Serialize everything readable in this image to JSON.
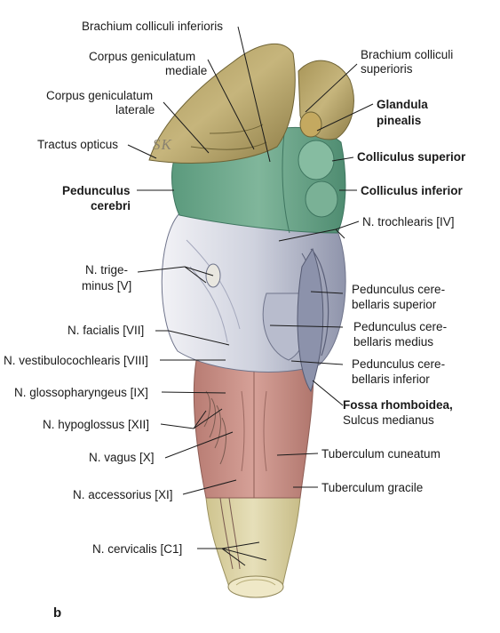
{
  "figure_letter": "b",
  "artist_initials": "SK",
  "labels": {
    "brachium_colliculi_inferioris": "Brachium colliculi inferioris",
    "corpus_geniculatum_mediale_1": "Corpus geniculatum",
    "corpus_geniculatum_mediale_2": "mediale",
    "corpus_geniculatum_laterale_1": "Corpus geniculatum",
    "corpus_geniculatum_laterale_2": "laterale",
    "tractus_opticus": "Tractus opticus",
    "brachium_colliculi_superioris_1": "Brachium colliculi",
    "brachium_colliculi_superioris_2": "superioris",
    "glandula_pinealis_1": "Glandula",
    "glandula_pinealis_2": "pinealis",
    "colliculus_superior": "Colliculus superior",
    "colliculus_inferior": "Colliculus inferior",
    "pedunculus_cerebri_1": "Pedunculus",
    "pedunculus_cerebri_2": "cerebri",
    "n_trochlearis": "N. trochlearis [IV]",
    "n_trigeminus_1": "N. trige-",
    "n_trigeminus_2": "minus [V]",
    "ped_cb_sup_1": "Pedunculus cere-",
    "ped_cb_sup_2": "bellaris superior",
    "n_facialis": "N. facialis [VII]",
    "ped_cb_med_1": "Pedunculus cere-",
    "ped_cb_med_2": "bellaris medius",
    "n_vestibulocochlearis": "N. vestibulocochlearis [VIII]",
    "ped_cb_inf_1": "Pedunculus cere-",
    "ped_cb_inf_2": "bellaris inferior",
    "n_glossopharyngeus": "N. glossopharyngeus [IX]",
    "fossa_rhomboidea_1": "Fossa rhomboidea,",
    "fossa_rhomboidea_2": "Sulcus medianus",
    "n_hypoglossus": "N. hypoglossus [XII]",
    "n_vagus": "N. vagus [X]",
    "tuberculum_cuneatum": "Tuberculum cuneatum",
    "n_accessorius": "N. accessorius [XI]",
    "tuberculum_gracile": "Tuberculum gracile",
    "n_cervicalis": "N. cervicalis [C1]"
  },
  "colors": {
    "diencephalon": "#b7a56a",
    "midbrain": "#6fa78c",
    "cerebellar_peduncles": "#c9ccd9",
    "medulla": "#c98f86",
    "spinal_cord": "#d7cfa2"
  }
}
